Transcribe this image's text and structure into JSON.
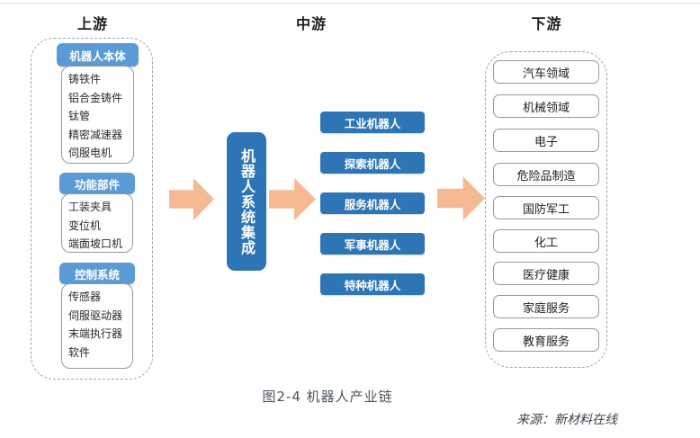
{
  "headers": {
    "upstream": "上游",
    "midstream": "中游",
    "downstream": "下游"
  },
  "upstream": {
    "groups": [
      {
        "header": "机器人本体",
        "items": [
          "铸铁件",
          "铝合金铸件",
          "钛管",
          "精密减速器",
          "伺服电机"
        ]
      },
      {
        "header": "功能部件",
        "items": [
          "工装夹具",
          "变位机",
          "端面坡口机"
        ]
      },
      {
        "header": "控制系统",
        "items": [
          "传感器",
          "伺服驱动器",
          "末端执行器",
          "软件"
        ]
      }
    ]
  },
  "midstream": {
    "integrator": "机器人系统集成",
    "robot_types": [
      "工业机器人",
      "探索机器人",
      "服务机器人",
      "军事机器人",
      "特种机器人"
    ]
  },
  "downstream": {
    "fields": [
      "汽车领域",
      "机械领域",
      "电子",
      "危险品制造",
      "国防军工",
      "化工",
      "医疗健康",
      "家庭服务",
      "教育服务"
    ]
  },
  "caption": "图2-4 机器人产业链",
  "source": "来源：新材料在线",
  "colors": {
    "dark_blue": "#2e75b6",
    "light_blue": "#5b9bd5",
    "arrow_peach": "#f5ba93",
    "dashed_border": "#9aa4ad"
  }
}
